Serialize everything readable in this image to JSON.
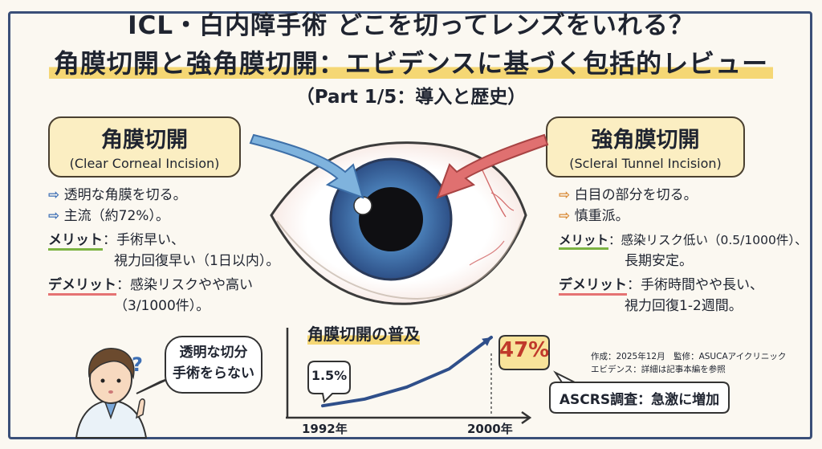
{
  "header": {
    "title_line1": "ICL・白内障手術 どこを切ってレンズをいれる？",
    "title_line2": "角膜切開と強角膜切開：エビデンスに基づく包括的レビュー",
    "title_line3": "（Part 1/5：導入と歴史）"
  },
  "left": {
    "title": "角膜切開",
    "subtitle": "(Clear Corneal Incision)",
    "point1": "透明な角膜を切る。",
    "point2": "主流（約72%）。",
    "merit_label": "メリット",
    "merit_text1": "：手術早い、",
    "merit_text2": "視力回復早い（1日以内）。",
    "demerit_label": "デメリット",
    "demerit_text1": "：感染リスクやや高い",
    "demerit_text2": "（3/1000件）。"
  },
  "right": {
    "title": "強角膜切開",
    "subtitle": "(Scleral Tunnel Incision)",
    "point1": "白目の部分を切る。",
    "point2": "慎重派。",
    "merit_label": "メリット",
    "merit_text1": "：感染リスク低い（0.5/1000件）、",
    "merit_text2": "長期安定。",
    "demerit_label": "デメリット",
    "demerit_text1": "：手術時間やや長い、",
    "demerit_text2": "視力回復1-2週間。"
  },
  "speech": {
    "line1": "透明な切分",
    "line2": "手術をらない",
    "question_mark": "?"
  },
  "chart_data": {
    "type": "line",
    "title": "角膜切開の普及",
    "x": [
      1992,
      1994,
      1996,
      1998,
      2000
    ],
    "x_labels": [
      "1992年",
      "2000年"
    ],
    "values": [
      1.5,
      6,
      14,
      26,
      47
    ],
    "start_label": "1.5%",
    "end_label": "47%",
    "note": "ASCRS調査：急激に増加"
  },
  "credits": {
    "line1": "作成：2025年12月　監修：ASUCAアイクリニック",
    "line2": "エビデンス：詳細は記事本編を参照"
  },
  "colors": {
    "frame": "#3a4f78",
    "box_fill": "#fbeec2",
    "highlight": "#f5d774",
    "cornea_arrow": "#7fb3dd",
    "sclera_arrow": "#e07070",
    "chart_line": "#2f4f8a",
    "end_badge": "#f8e39a"
  }
}
